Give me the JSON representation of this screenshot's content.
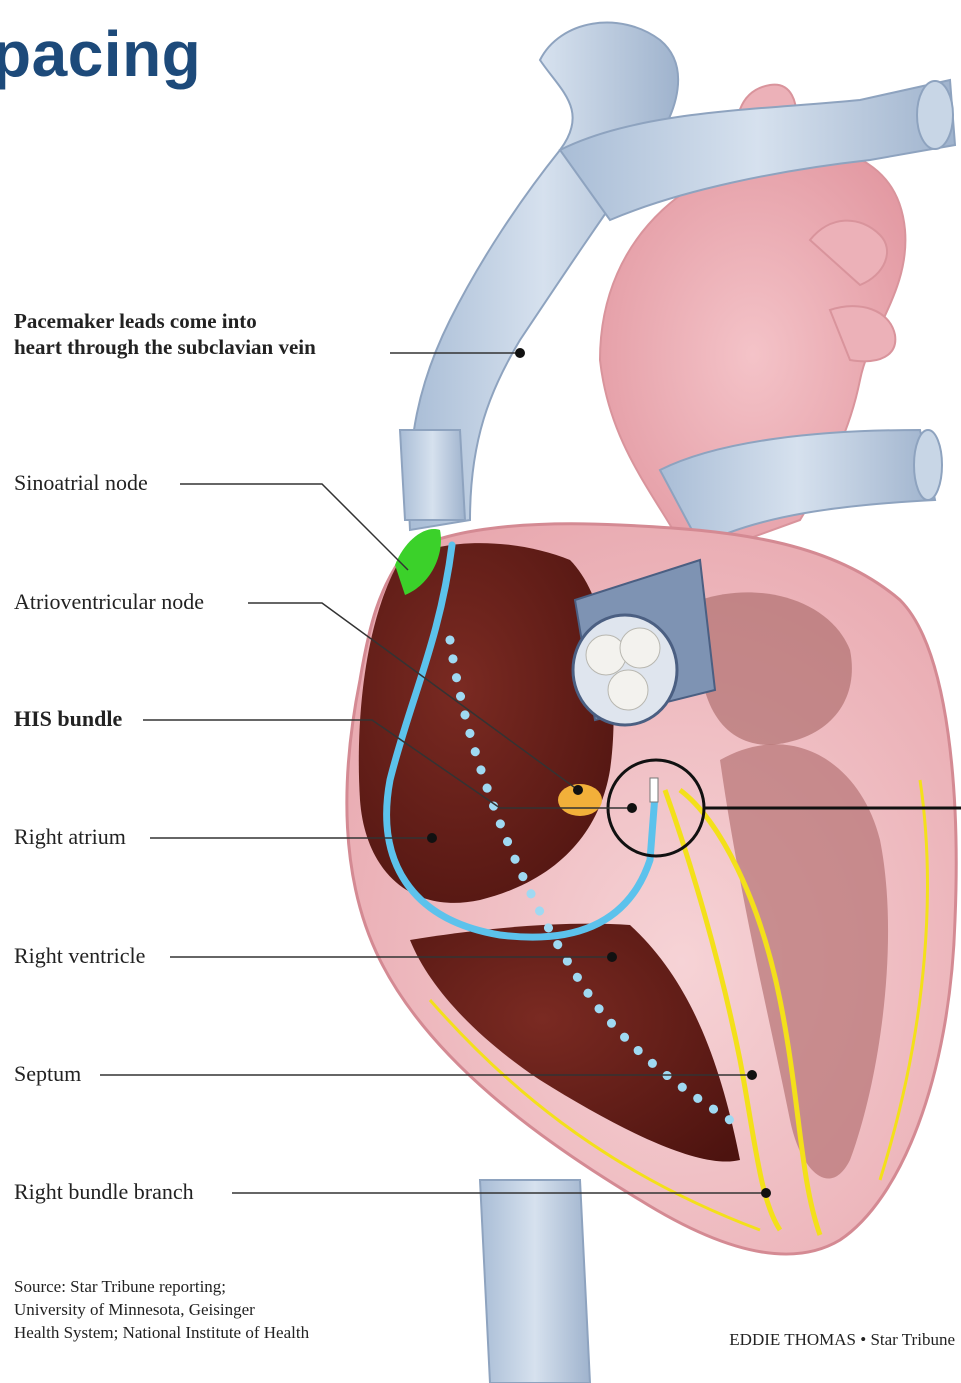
{
  "title": "pacing",
  "labels": {
    "subclavian_line1": "Pacemaker leads come into",
    "subclavian_line2": "heart through the subclavian vein",
    "sinoatrial": "Sinoatrial node",
    "atrioventricular": "Atrioventricular node",
    "his_bundle": "HIS bundle",
    "right_atrium": "Right atrium",
    "right_ventricle": "Right ventricle",
    "septum": "Septum",
    "right_bundle_branch": "Right bundle branch"
  },
  "source": {
    "line1": "Source: Star Tribune reporting;",
    "line2": "University of Minnesota, Geisinger",
    "line3": "Health System; National Institute of Health"
  },
  "credit": "EDDIE THOMAS • Star Tribune",
  "colors": {
    "title": "#1d4a7a",
    "vein": "#b8c8dc",
    "heart_outer": "#f2c3c8",
    "heart_inner": "#6b1f1a",
    "lead": "#5cc2ec",
    "conduction": "#f3e01a",
    "sa_node": "#3bd12a",
    "av_node": "#f2b03a"
  }
}
